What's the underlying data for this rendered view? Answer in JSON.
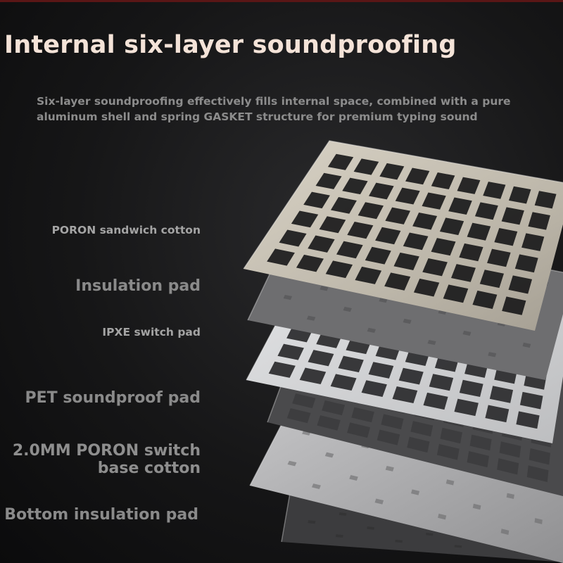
{
  "title": "Internal six-layer soundproofing",
  "subtitle": [
    "Six-layer soundproofing effectively fills internal space, combined with a pure",
    "aluminum shell and spring GASKET structure for premium typing sound"
  ],
  "layers": [
    {
      "label": "PORON sandwich cotton",
      "color": "#c9c3b6"
    },
    {
      "label": "Insulation pad",
      "color": "#6e6e70"
    },
    {
      "label": "IPXE switch pad",
      "color": "#cfd0d2"
    },
    {
      "label": "PET soundproof pad",
      "color": "#4a4a4c"
    },
    {
      "label": [
        "2.0MM PORON switch",
        "base cotton"
      ],
      "color": "#a9a9ab"
    },
    {
      "label": "Bottom insulation pad",
      "color": "#3c3c3e"
    }
  ]
}
